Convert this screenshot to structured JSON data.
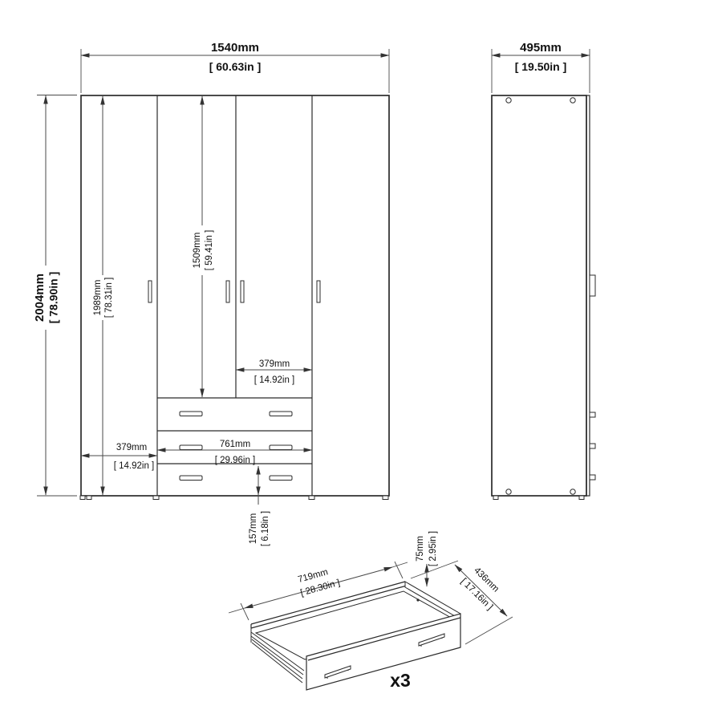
{
  "front_view": {
    "width_mm": "1540mm",
    "width_in": "[ 60.63in ]",
    "height_mm": "2004mm",
    "height_in": "[ 78.90in ]",
    "inner_height_mm": "1989mm",
    "inner_height_in": "[ 78.31in ]",
    "door_height_mm": "1509mm",
    "door_height_in": "[ 59.41in ]",
    "mid_door_width_mm": "379mm",
    "mid_door_width_in": "[ 14.92in ]",
    "left_door_width_mm": "379mm",
    "left_door_width_in": "[ 14.92in ]",
    "drawer_width_mm": "761mm",
    "drawer_width_in": "[ 29.96in ]",
    "bottom_drawer_height_mm": "157mm",
    "bottom_drawer_height_in": "[ 6.18in ]"
  },
  "side_view": {
    "depth_mm": "495mm",
    "depth_in": "[ 19.50in ]"
  },
  "drawer_detail": {
    "width_mm": "719mm",
    "width_in": "[ 28.30in ]",
    "height_mm": "75mm",
    "height_in": "[ 2.95in ]",
    "depth_mm": "436mm",
    "depth_in": "[ 17.16in ]",
    "quantity_label": "x3"
  }
}
